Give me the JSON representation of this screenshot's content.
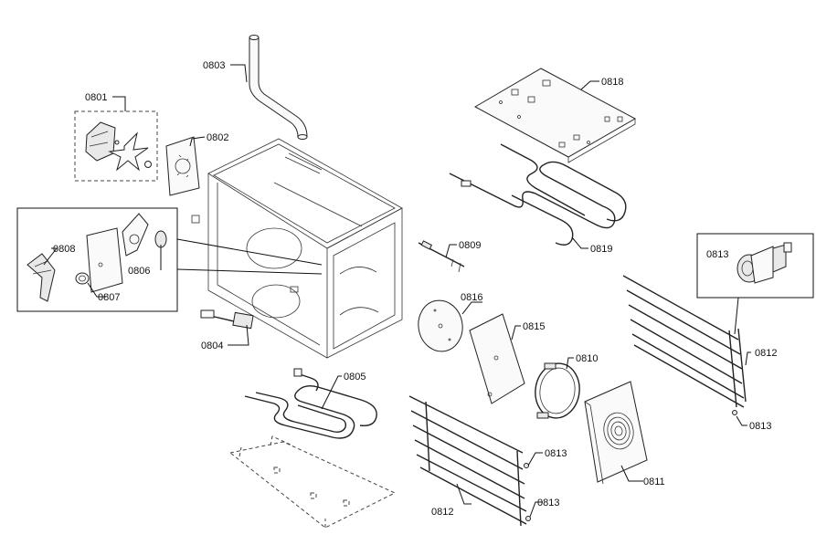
{
  "diagram": {
    "part_labels": {
      "p0801": "0801",
      "p0802": "0802",
      "p0803": "0803",
      "p0804": "0804",
      "p0805": "0805",
      "p0806": "0806",
      "p0807": "0807",
      "p0808": "0808",
      "p0809": "0809",
      "p0810": "0810",
      "p0811": "0811",
      "p0812_right": "0812",
      "p0812_bottom": "0812",
      "p0813_inset": "0813",
      "p0813_right": "0813",
      "p0813_mid": "0813",
      "p0813_low": "0813",
      "p0815": "0815",
      "p0816": "0816",
      "p0818": "0818",
      "p0819": "0819"
    }
  }
}
